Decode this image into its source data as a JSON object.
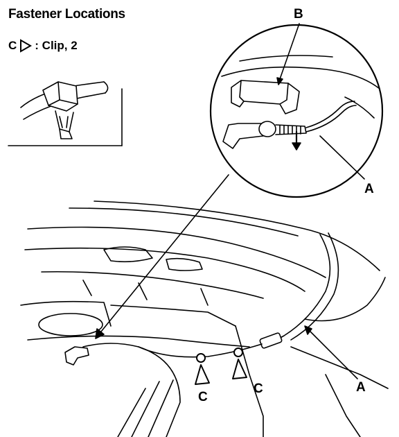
{
  "header": {
    "title": "Fastener Locations",
    "legend_letter": "C",
    "legend_text": ": Clip, 2"
  },
  "callouts": {
    "a_detail": "A",
    "a_main": "A",
    "b": "B",
    "c_left": "C",
    "c_right": "C"
  },
  "icons": {
    "legend_symbol": "clip-triangle-icon"
  }
}
